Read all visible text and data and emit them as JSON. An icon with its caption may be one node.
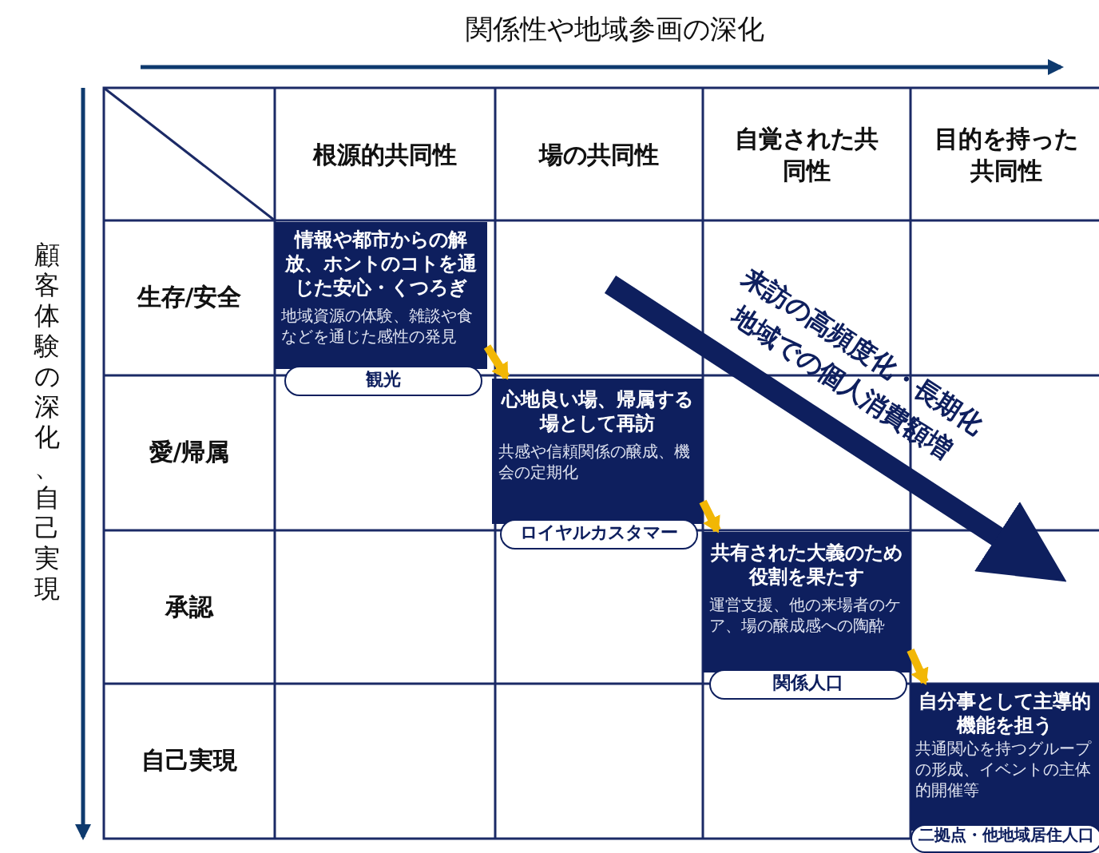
{
  "diagram": {
    "nodes": [
      {
        "text": [
          "情報や都市からの解放、ホントのコトを通じた安心・くつろぎ",
          "地域資源の体験、雑談や食などを通じた感性の発見"
        ]
      },
      {
        "text": [
          "観光"
        ]
      },
      {
        "text": [
          "心地良い場、帰属する場として再訪",
          "共感や信頼関係の醸成、機会の定期化"
        ]
      },
      {
        "text": [
          "ロイヤルカスタマー"
        ]
      },
      {
        "text": [
          "共有された大義のため役割を果たす",
          "運営支援、他の来場者のケア、場の醸成感への陶酔"
        ]
      },
      {
        "text": [
          "関係人口"
        ]
      },
      {
        "text": [
          "自分事として主導的機能を担う",
          "共通関心を持つグループの形成、イベントの主体的開催等"
        ]
      },
      {
        "text": [
          "二拠点・他地域居住人口"
        ]
      }
    ],
    "edges": [
      {
        "from": 0,
        "to": 2,
        "arrow": "to"
      },
      {
        "from": 2,
        "to": 4,
        "arrow": "to"
      },
      {
        "from": 4,
        "to": 6,
        "arrow": "to"
      }
    ],
    "labels": [
      "関係性や地域参画の深化",
      "顧客体験の深化、自己実現",
      "根源的共同性",
      "場の共同性",
      "自覚された共同性",
      "目的を持った共同性",
      "生存/安全",
      "愛/帰属",
      "承認",
      "自己実現",
      "来訪の高頻度化・長期化",
      "地域での個人消費額増"
    ]
  }
}
